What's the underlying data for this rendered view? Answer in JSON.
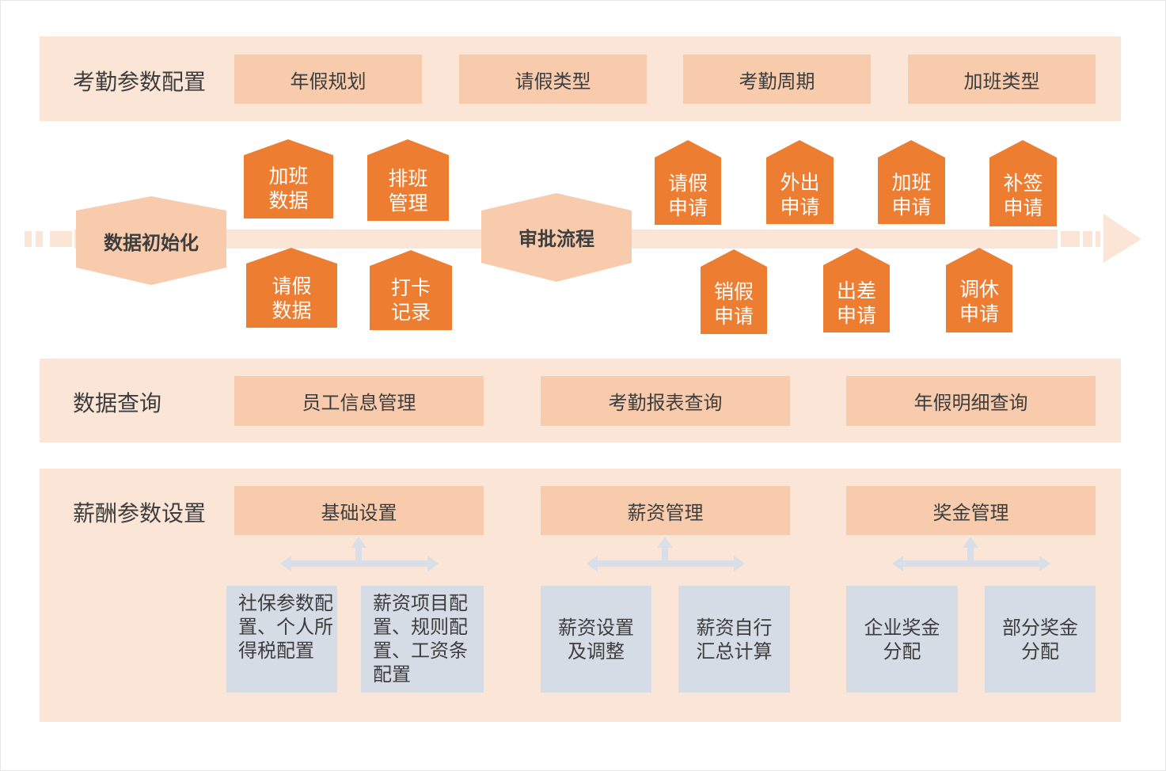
{
  "attendance_config": {
    "label": "考勤参数配置",
    "items": [
      "年假规划",
      "请假类型",
      "考勤周期",
      "加班类型"
    ]
  },
  "flow": {
    "init_label": "数据初始化",
    "approval_label": "审批流程",
    "init_top": [
      "加班\n数据",
      "排班\n管理"
    ],
    "init_bottom": [
      "请假\n数据",
      "打卡\n记录"
    ],
    "approval_top": [
      "请假\n申请",
      "外出\n申请",
      "加班\n申请",
      "补签\n申请"
    ],
    "approval_bottom": [
      "销假\n申请",
      "出差\n申请",
      "调休\n申请"
    ]
  },
  "data_query": {
    "label": "数据查询",
    "items": [
      "员工信息管理",
      "考勤报表查询",
      "年假明细查询"
    ]
  },
  "salary_config": {
    "label": "薪酬参数设置",
    "groups": [
      {
        "title": "基础设置",
        "children": [
          "社保参数配置、个人所得税配置",
          "薪资项目配置、规则配置、工资条配置"
        ]
      },
      {
        "title": "薪资管理",
        "children": [
          "薪资设置及调整",
          "薪资自行汇总计算"
        ]
      },
      {
        "title": "奖金管理",
        "children": [
          "企业奖金分配",
          "部分奖金分配"
        ]
      }
    ]
  },
  "colors": {
    "band": "#fbe5d6",
    "box": "#f8cbad",
    "house": "#ed7d31",
    "gray_box": "#d6dce5",
    "connector": "#d9dfe8"
  }
}
